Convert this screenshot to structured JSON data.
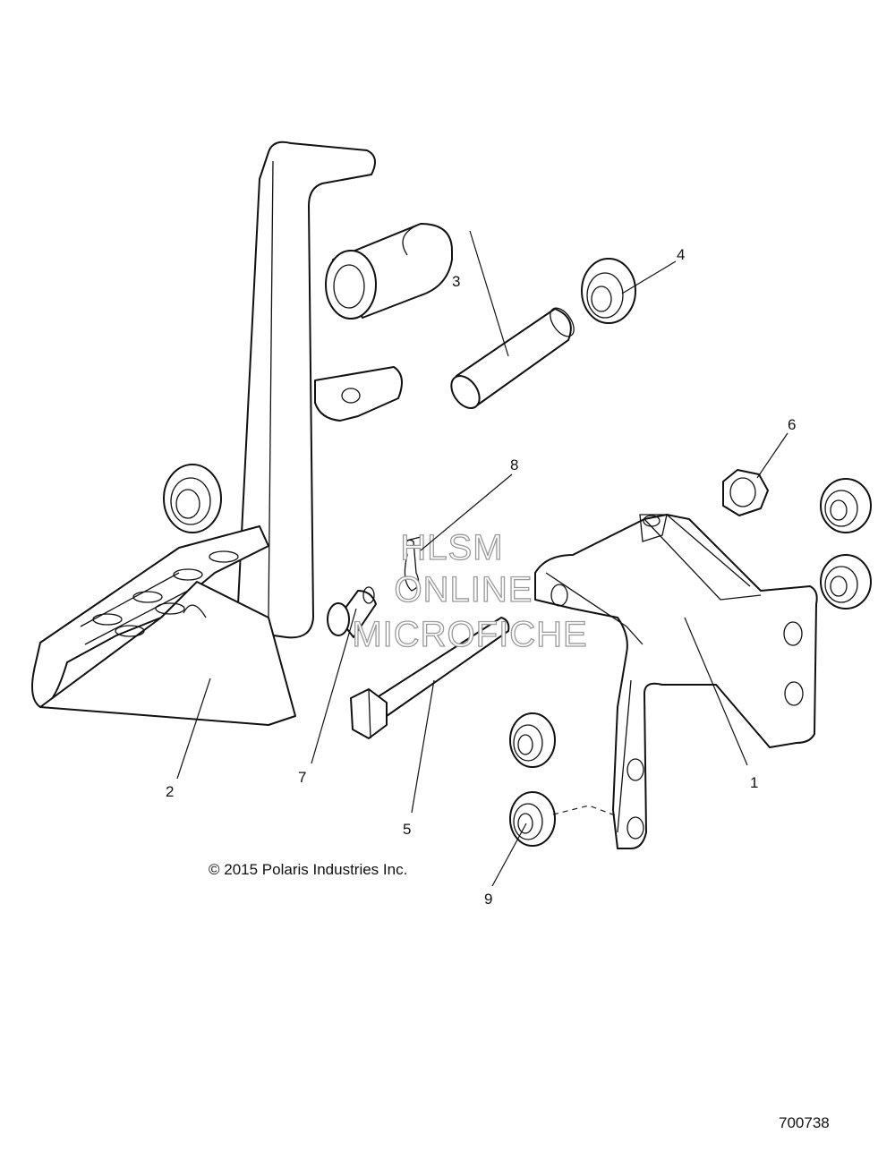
{
  "callouts": {
    "c1": "1",
    "c2": "2",
    "c3": "3",
    "c4": "4",
    "c5": "5",
    "c6": "6",
    "c7": "7",
    "c8": "8",
    "c9": "9"
  },
  "watermark": {
    "line1": "HLSM",
    "line2": "ONLINE",
    "line3": "MICROFICHE"
  },
  "copyright": "© 2015 Polaris Industries Inc.",
  "diagram_id": "700738"
}
